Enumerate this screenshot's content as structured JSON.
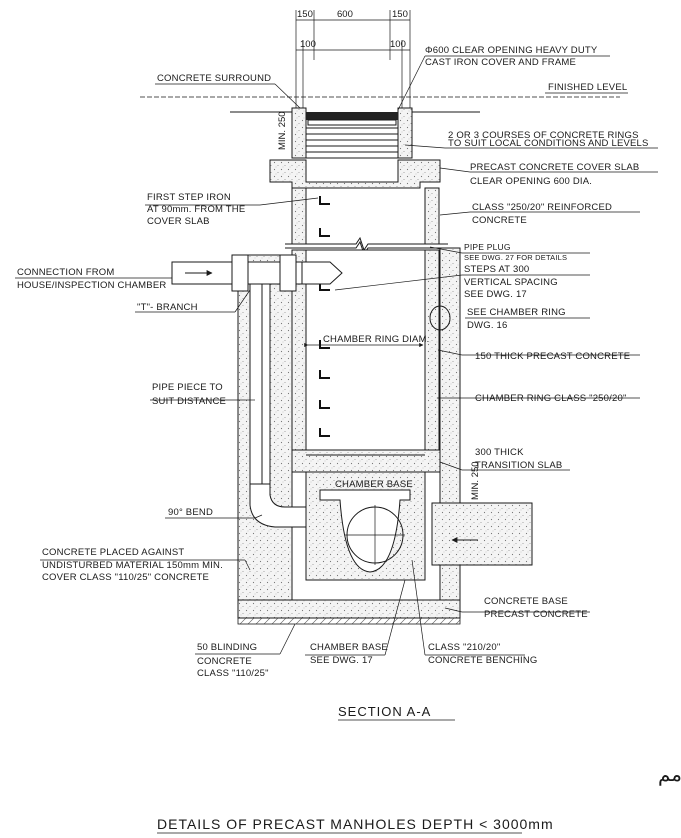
{
  "dimensions": {
    "top_left": "150",
    "top_mid": "600",
    "top_right": "150",
    "sub_left": "100",
    "sub_right": "100",
    "min_250": "MIN. 250",
    "min_250_b": "MIN. 250"
  },
  "labels": {
    "cover": [
      "Φ600 CLEAR OPENING HEAVY DUTY",
      "CAST IRON COVER AND FRAME"
    ],
    "concrete_surround": "CONCRETE SURROUND",
    "finished_level": "FINISHED LEVEL",
    "courses": [
      "2 OR 3 COURSES OF CONCRETE RINGS",
      "TO SUIT LOCAL CONDITIONS AND LEVELS"
    ],
    "cover_slab": [
      "PRECAST CONCRETE COVER SLAB",
      "CLEAR OPENING 600 DIA."
    ],
    "first_step": [
      "FIRST STEP IRON",
      "AT 90mm. FROM THE",
      "COVER SLAB"
    ],
    "class_250": [
      "CLASS \"250/20\" REINFORCED",
      "CONCRETE"
    ],
    "pipe_plug": [
      "PIPE PLUG",
      "SEE DWG. 27 FOR DETAILS"
    ],
    "connection": [
      "CONNECTION FROM",
      "HOUSE/INSPECTION CHAMBER"
    ],
    "steps": [
      "STEPS AT 300",
      "VERTICAL SPACING",
      "SEE DWG. 17"
    ],
    "t_branch": "\"T\"- BRANCH",
    "see_chamber_ring": [
      "SEE CHAMBER RING",
      "DWG. 16"
    ],
    "chamber_ring_diam": "CHAMBER RING DIAM.",
    "thick_150": "150 THICK PRECAST CONCRETE",
    "pipe_piece": [
      "PIPE PIECE TO",
      "SUIT DISTANCE"
    ],
    "chamber_ring_class": "CHAMBER RING CLASS \"250/20\"",
    "transition": [
      "300 THICK",
      "TRANSITION SLAB"
    ],
    "chamber_base": "CHAMBER BASE",
    "bend_90": "90° BEND",
    "concrete_placed": [
      "CONCRETE PLACED AGAINST",
      "UNDISTURBED MATERIAL 150mm MIN.",
      "COVER CLASS \"110/25\" CONCRETE"
    ],
    "base_precast": [
      "CONCRETE BASE",
      "PRECAST CONCRETE"
    ],
    "blinding": [
      "50 BLINDING",
      "CONCRETE",
      "CLASS \"110/25\""
    ],
    "chamber_base_dwg": [
      "CHAMBER BASE",
      "SEE DWG. 17"
    ],
    "benching": [
      "CLASS \"210/20\"",
      "CONCRETE BENCHING"
    ]
  },
  "section_title": "SECTION A-A",
  "arabic_title": "تفاصيل المناهل مسبقة الصب بعمق اقل من ٣٠٠٠مم",
  "english_title": "DETAILS OF PRECAST MANHOLES DEPTH < 3000mm"
}
